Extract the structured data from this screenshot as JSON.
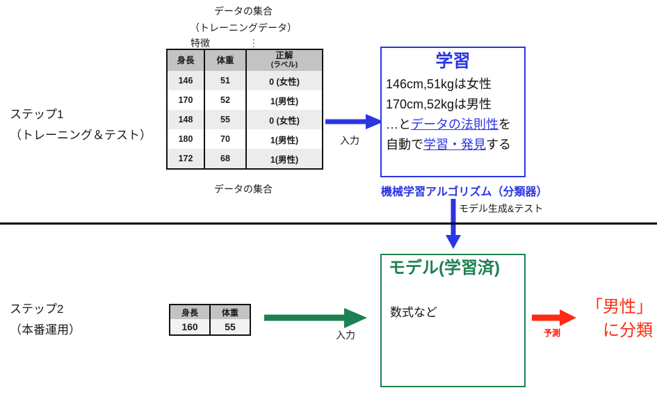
{
  "step1": {
    "label_line1": "ステップ1",
    "label_line2": "（トレーニング＆テスト）"
  },
  "step2": {
    "label_line1": "ステップ2",
    "label_line2": "（本番運用）"
  },
  "training": {
    "caption_top_line1": "データの集合",
    "caption_top_line2": "（トレーニングデータ）",
    "feature_label": "特徴",
    "caption_bottom": "データの集合",
    "headers": [
      "身長",
      "体重",
      "正解"
    ],
    "header3_sub": "(ラベル)",
    "rows": [
      {
        "height": "146",
        "weight": "51",
        "label": "0 (女性)"
      },
      {
        "height": "170",
        "weight": "52",
        "label": "1(男性)"
      },
      {
        "height": "148",
        "weight": "55",
        "label": "0 (女性)"
      },
      {
        "height": "180",
        "weight": "70",
        "label": "1(男性)"
      },
      {
        "height": "172",
        "weight": "68",
        "label": "1(男性)"
      }
    ]
  },
  "input_arrow_1": {
    "label": "入力"
  },
  "learning_box": {
    "title": "学習",
    "line1": "146cm,51kgは女性",
    "line2": "170cm,52kgは男性",
    "line3_pre": "…と",
    "line3_link": "データの法則性",
    "line3_post": "を",
    "line4_pre": "自動で",
    "line4_link": "学習・発見",
    "line4_post": "する",
    "caption": "機械学習アルゴリズム（分類器）"
  },
  "model_arrow": {
    "label": "モデル生成&テスト"
  },
  "model_box": {
    "title": "モデル(学習済)",
    "body": "数式など"
  },
  "predict_table": {
    "headers": [
      "身長",
      "体重"
    ],
    "row": [
      "160",
      "55"
    ]
  },
  "input_arrow_2": {
    "label": "入力"
  },
  "predict_arrow": {
    "label": "予測"
  },
  "result": {
    "line1": "「男性」",
    "line2": "に分類"
  },
  "colors": {
    "blue": "#2b35e2",
    "green": "#1c8050",
    "red": "#fd2b12",
    "header_gray": "#c3c3c3",
    "row_gray": "#ececec"
  }
}
